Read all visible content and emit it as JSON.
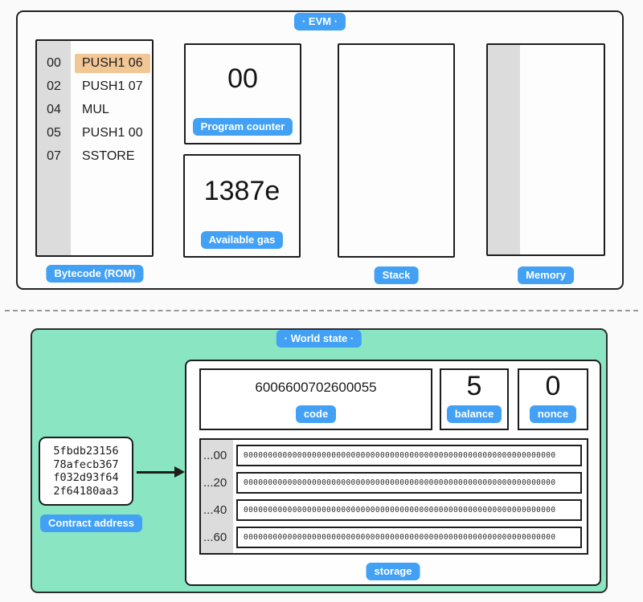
{
  "colors": {
    "accent_blue": "#42a1f5",
    "world_state_green": "#89e5c2",
    "active_row_orange": "#f3c795",
    "gutter_gray": "#dcdcdc",
    "border_dark": "#1d1d1d"
  },
  "evm": {
    "label": "·  EVM  ·",
    "bytecode": {
      "label": "Bytecode (ROM)",
      "rows": [
        {
          "offset": "00",
          "instruction": "PUSH1 06",
          "active": true
        },
        {
          "offset": "02",
          "instruction": "PUSH1 07",
          "active": false
        },
        {
          "offset": "04",
          "instruction": "MUL",
          "active": false
        },
        {
          "offset": "05",
          "instruction": "PUSH1 00",
          "active": false
        },
        {
          "offset": "07",
          "instruction": "SSTORE",
          "active": false
        }
      ]
    },
    "program_counter": {
      "value": "00",
      "label": "Program counter"
    },
    "available_gas": {
      "value": "1387e",
      "label": "Available gas"
    },
    "stack": {
      "label": "Stack",
      "items": []
    },
    "memory": {
      "label": "Memory",
      "items": []
    }
  },
  "world_state": {
    "label": "·  World state  ·",
    "contract_address": {
      "label": "Contract address",
      "lines": [
        "5fbdb23156",
        "78afecb367",
        "f032d93f64",
        "2f64180aa3"
      ]
    },
    "account": {
      "code": {
        "value": "6006600702600055",
        "label": "code"
      },
      "balance": {
        "value": "5",
        "label": "balance"
      },
      "nonce": {
        "value": "0",
        "label": "nonce"
      },
      "storage": {
        "label": "storage",
        "rows": [
          {
            "key": "...00",
            "value": "0000000000000000000000000000000000000000000000000000000000000000"
          },
          {
            "key": "...20",
            "value": "0000000000000000000000000000000000000000000000000000000000000000"
          },
          {
            "key": "...40",
            "value": "0000000000000000000000000000000000000000000000000000000000000000"
          },
          {
            "key": "...60",
            "value": "0000000000000000000000000000000000000000000000000000000000000000"
          }
        ]
      }
    }
  }
}
